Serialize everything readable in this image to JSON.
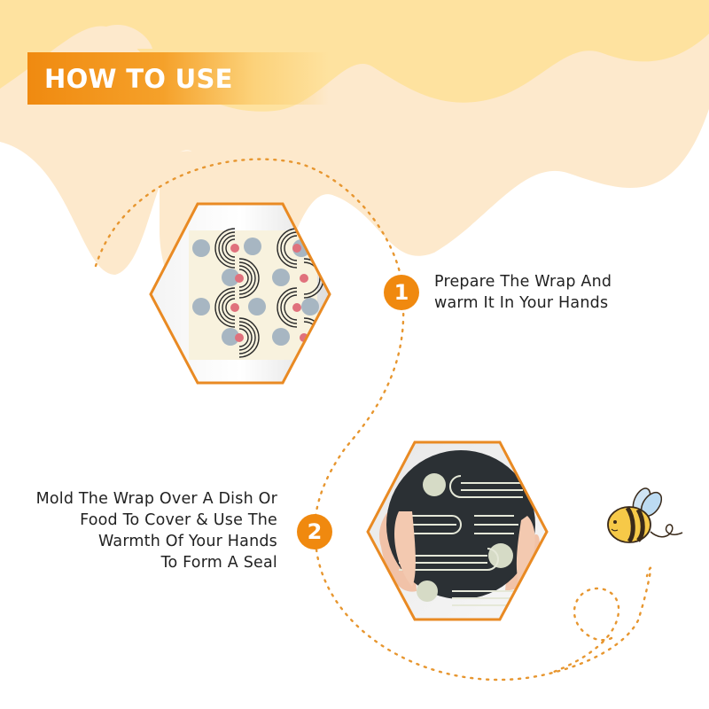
{
  "header": {
    "title": "HOW TO USE"
  },
  "colors": {
    "accent": "#f0890f",
    "drip_dark": "#fee29f",
    "drip_light": "#fde9cc",
    "text": "#222222"
  },
  "steps": [
    {
      "number": "1",
      "lines": [
        "Prepare The Wrap And",
        "warm It In Your Hands"
      ],
      "image": "beeswax-wrap-pattern-photo"
    },
    {
      "number": "2",
      "lines": [
        "Mold The Wrap Over A Dish Or",
        "Food To Cover & Use The",
        "Warmth Of Your Hands",
        "To Form A Seal"
      ],
      "image": "hands-holding-wrapped-bowl-photo"
    }
  ],
  "decorations": {
    "mascot": "bee-icon",
    "path": "dotted-path"
  }
}
